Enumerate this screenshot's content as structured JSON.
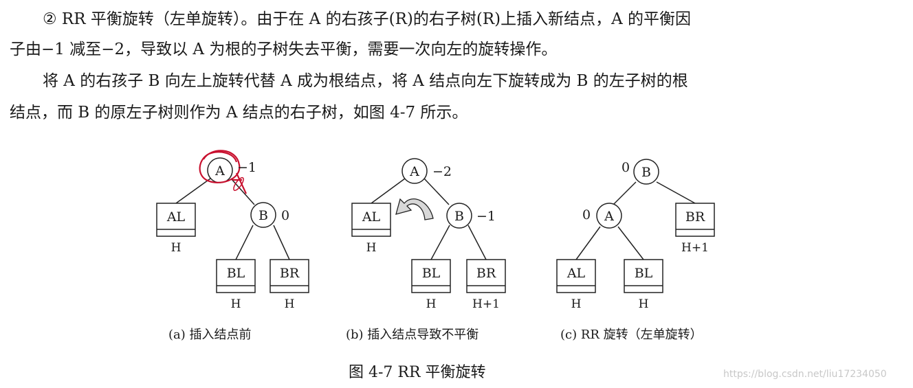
{
  "text": {
    "p1_line1": "② RR 平衡旋转（左单旋转）。由于在 A 的右孩子(R)的右子树(R)上插入新结点，A 的平衡因",
    "p1_line2": "子由−1 减至−2，导致以 A 为根的子树失去平衡，需要一次向左的旋转操作。",
    "p2_line1": "将 A 的右孩子 B 向左上旋转代替 A 成为根结点，将 A 结点向左下旋转成为 B 的左子树的根",
    "p2_line2": "结点，而 B 的原左子树则作为 A 结点的右子树，如图 4-7 所示。"
  },
  "figure": {
    "title": "图 4-7    RR 平衡旋转",
    "subfigures": [
      {
        "caption": "(a)  插入结点前",
        "nodes": [
          {
            "id": "A",
            "label": "A",
            "bf": "−1"
          },
          {
            "id": "B",
            "label": "B",
            "bf": "0"
          }
        ],
        "subtrees": [
          {
            "label": "AL",
            "height": "H"
          },
          {
            "label": "BL",
            "height": "H"
          },
          {
            "label": "BR",
            "height": "H"
          }
        ]
      },
      {
        "caption": "(b)  插入结点导致不平衡",
        "nodes": [
          {
            "id": "A",
            "label": "A",
            "bf": "−2"
          },
          {
            "id": "B",
            "label": "B",
            "bf": "−1"
          }
        ],
        "subtrees": [
          {
            "label": "AL",
            "height": "H"
          },
          {
            "label": "BL",
            "height": "H"
          },
          {
            "label": "BR",
            "height": "H+1"
          }
        ]
      },
      {
        "caption": "(c) RR 旋转（左单旋转）",
        "nodes": [
          {
            "id": "B",
            "label": "B",
            "bf": "0"
          },
          {
            "id": "A",
            "label": "A",
            "bf": "0"
          }
        ],
        "subtrees": [
          {
            "label": "BR",
            "height": "H+1"
          },
          {
            "label": "AL",
            "height": "H"
          },
          {
            "label": "BL",
            "height": "H"
          }
        ]
      }
    ]
  },
  "annotation_color": "#c8102e",
  "watermark": "https://blog.csdn.net/liu17234050"
}
